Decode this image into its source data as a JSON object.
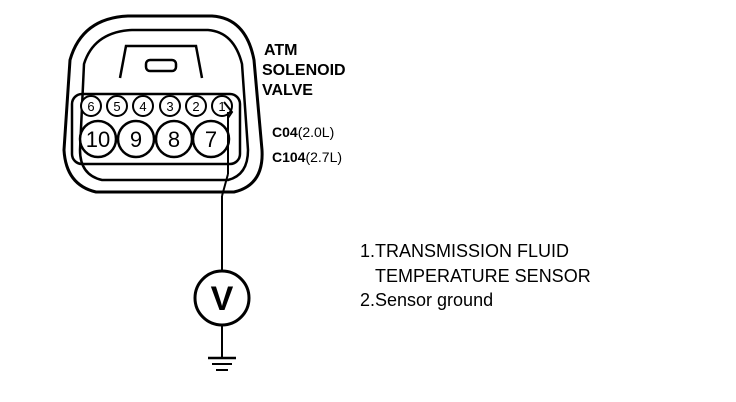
{
  "connector": {
    "title_lines": [
      "ATM",
      "SOLENOID",
      "VALVE"
    ],
    "codes": [
      {
        "code": "C04",
        "suffix": "(2.0L)"
      },
      {
        "code": "C104",
        "suffix": "(2.7L)"
      }
    ],
    "top_pins": [
      "6",
      "5",
      "4",
      "3",
      "2",
      "1"
    ],
    "bottom_pins": [
      "10",
      "9",
      "8",
      "7"
    ]
  },
  "meter": {
    "symbol": "V"
  },
  "legend": {
    "item1_line1": "1.TRANSMISSION FLUID",
    "item1_line2": "TEMPERATURE SENSOR",
    "item2": "2.Sensor ground"
  }
}
